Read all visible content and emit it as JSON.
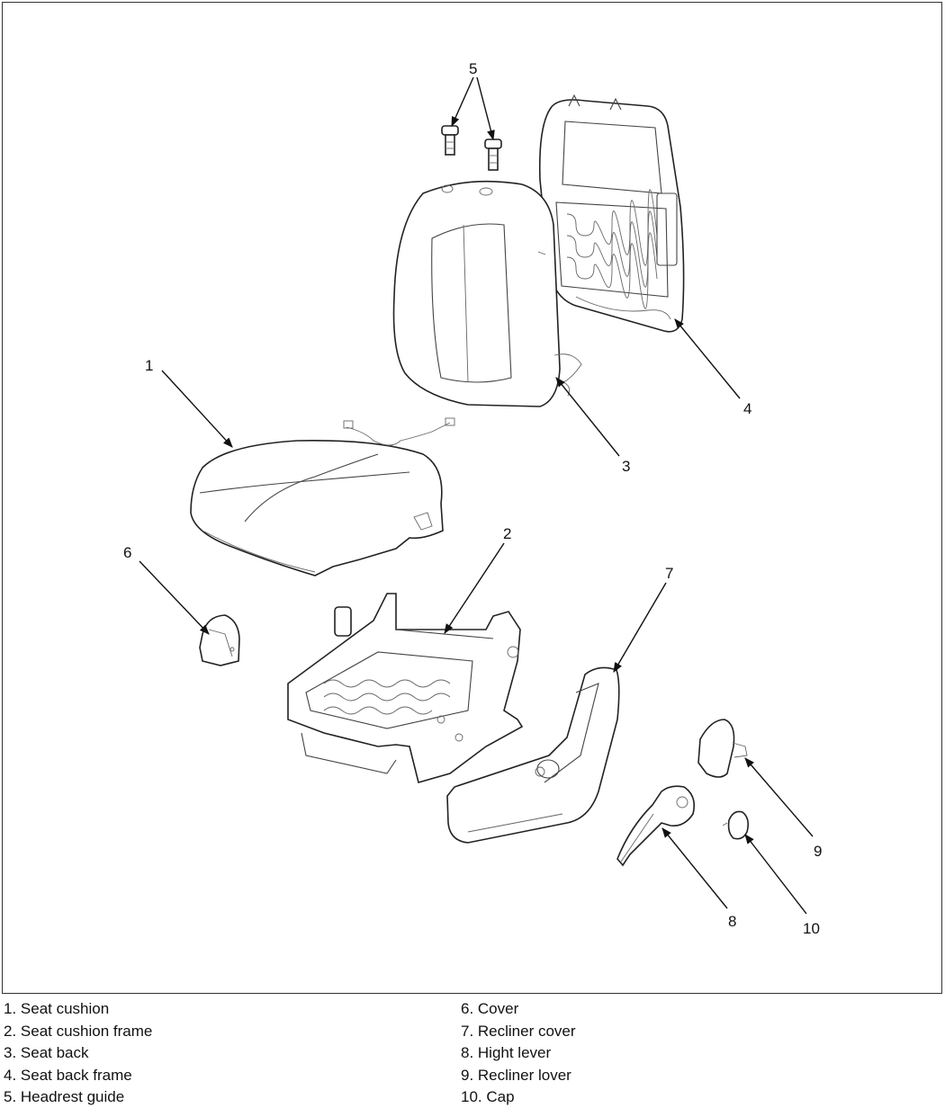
{
  "callouts": {
    "c1": "1",
    "c2": "2",
    "c3": "3",
    "c4": "4",
    "c5": "5",
    "c6": "6",
    "c7": "7",
    "c8": "8",
    "c9": "9",
    "c10": "10"
  },
  "legend": {
    "left": [
      "1. Seat cushion",
      "2. Seat cushion frame",
      "3. Seat back",
      "4. Seat back frame",
      "5. Headrest guide"
    ],
    "right": [
      "6. Cover",
      "7. Recliner cover",
      "8. Hight lever",
      "9. Recliner lover",
      "10. Cap"
    ]
  }
}
